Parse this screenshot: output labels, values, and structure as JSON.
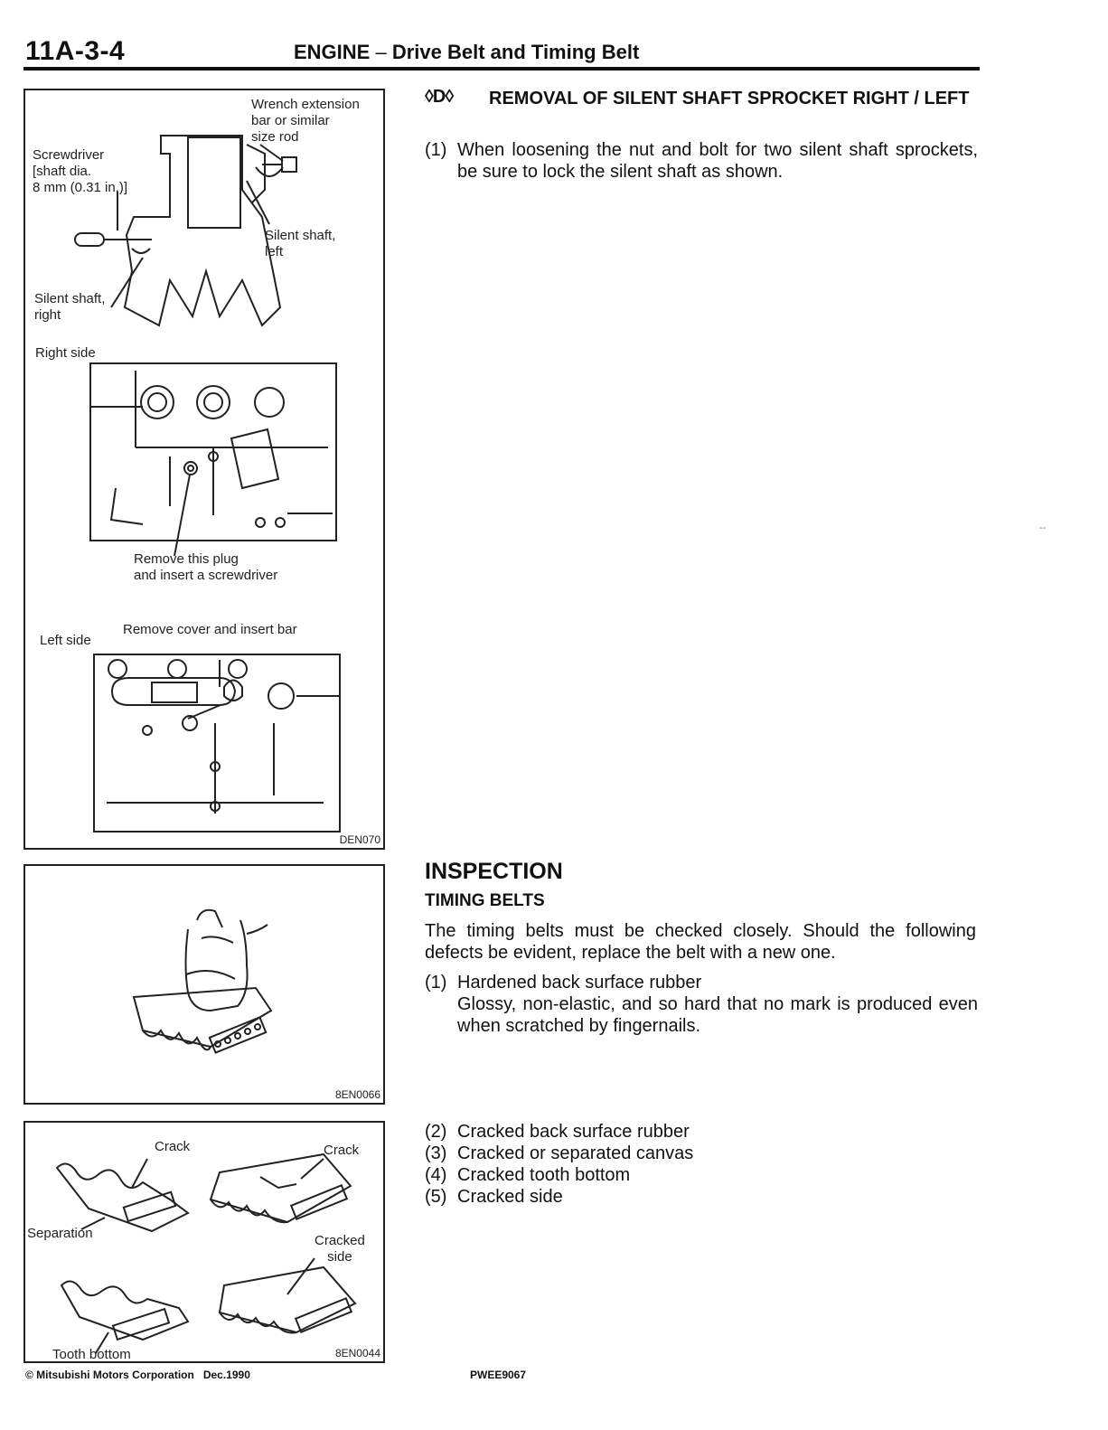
{
  "header": {
    "page_number": "11A-3-4",
    "section": "ENGINE",
    "separator": "–",
    "subtitle": "Drive Belt and Timing Belt"
  },
  "figure1": {
    "labels": {
      "wrench": "Wrench extension\nbar or similar\nsize rod",
      "screwdriver": "Screwdriver\n[shaft dia.\n8 mm (0.31 in.)]",
      "silent_left": "Silent shaft,\nleft",
      "silent_right": "Silent shaft,\nright",
      "right_side": "Right side",
      "remove_plug": "Remove this plug\nand insert a screwdriver",
      "left_side": "Left side",
      "remove_cover": "Remove cover and insert bar"
    },
    "code": "DEN070"
  },
  "figure2": {
    "code": "8EN0066"
  },
  "figure3": {
    "labels": {
      "crack1": "Crack",
      "crack2": "Crack",
      "separation": "Separation",
      "cracked_side": "Cracked\nside",
      "tooth_bottom": "Tooth bottom"
    },
    "code": "8EN0044"
  },
  "removal": {
    "mark": "◊D◊",
    "title": "REMOVAL OF SILENT SHAFT SPROCKET RIGHT / LEFT",
    "step_num": "(1)",
    "step_text": "When loosening the nut and bolt for two silent shaft sprockets, be sure to lock the silent shaft as shown."
  },
  "inspection": {
    "title": "INSPECTION",
    "subtitle": "TIMING BELTS",
    "intro": "The timing belts must be checked closely. Should the following defects be evident, replace the belt with a new one.",
    "item1_num": "(1)",
    "item1_title": "Hardened back surface rubber",
    "item1_desc": "Glossy, non-elastic, and so hard that no mark is produced even when scratched by fingernails.",
    "items": [
      {
        "num": "(2)",
        "text": "Cracked back surface rubber"
      },
      {
        "num": "(3)",
        "text": "Cracked or separated canvas"
      },
      {
        "num": "(4)",
        "text": "Cracked tooth bottom"
      },
      {
        "num": "(5)",
        "text": "Cracked side"
      }
    ]
  },
  "footer": {
    "copyright": "© Mitsubishi Motors Corporation   Dec.1990",
    "code": "PWEE9067"
  },
  "stray_mark": "--"
}
